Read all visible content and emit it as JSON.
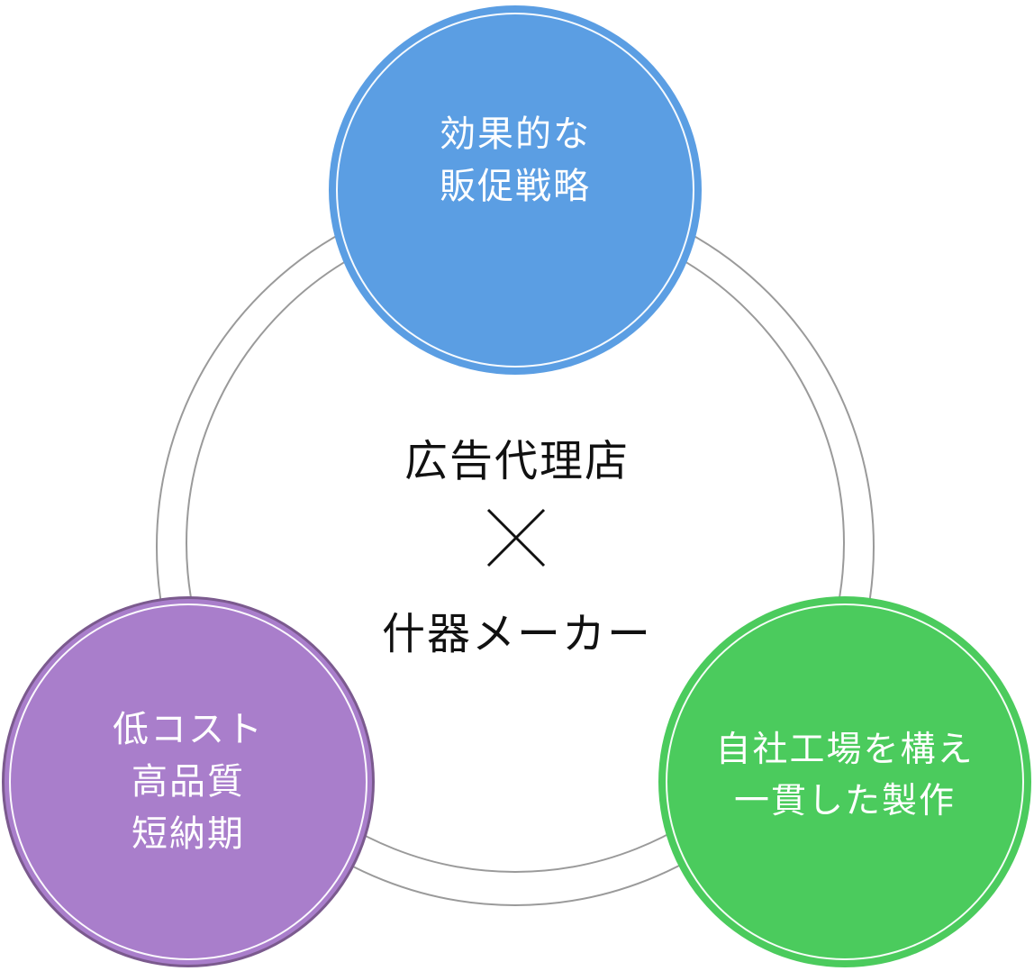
{
  "center": {
    "line1": "広告代理店",
    "line2": "什器メーカー",
    "connector_icon": "cross-icon"
  },
  "nodes": {
    "top": {
      "lines": [
        "効果的な",
        "販促戦略"
      ],
      "color": "#5b9ee3"
    },
    "left": {
      "lines": [
        "低コスト",
        "高品質",
        "短納期"
      ],
      "color": "#a97ecb"
    },
    "right": {
      "lines": [
        "自社工場を構え",
        "一貫した製作"
      ],
      "color": "#4bcb5d"
    }
  },
  "ring_color": "#9a9a9a"
}
